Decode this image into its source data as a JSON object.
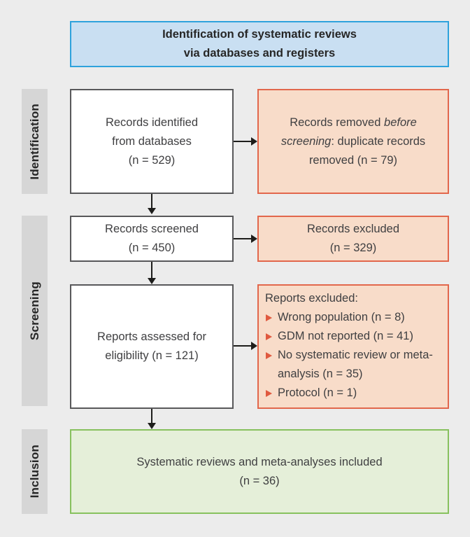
{
  "colors": {
    "background": "#ececec",
    "title_fill": "#c9dff2",
    "title_border": "#2ea2dc",
    "process_fill": "#ffffff",
    "process_border": "#58585a",
    "exclusion_fill": "#f8dcc9",
    "exclusion_border": "#e2674c",
    "inclusion_fill": "#e5efd9",
    "inclusion_border": "#87c15e",
    "stage_label_fill": "#d6d6d6",
    "text": "#3f3f41",
    "arrow": "#1d1d1b",
    "bullet": "#e0593f"
  },
  "header": {
    "title": "Identification of systematic reviews\nvia databases and registers"
  },
  "stages": {
    "identification": "Identification",
    "screening": "Screening",
    "inclusion": "Inclusion"
  },
  "boxes": {
    "records_identified": "Records identified\nfrom databases\n(n = 529)",
    "records_removed": {
      "pre": "Records removed",
      "italic": "before screening",
      "post": ": duplicate records removed (n = 79)"
    },
    "records_screened": "Records screened\n(n = 450)",
    "records_excluded": "Records excluded\n(n = 329)",
    "reports_assessed": "Reports assessed for\neligibility (n = 121)",
    "reports_excluded": {
      "heading": "Reports excluded:",
      "items": [
        "Wrong population (n = 8)",
        "GDM not reported (n = 41)",
        "No systematic review or meta-analysis (n = 35)",
        "Protocol (n = 1)"
      ]
    },
    "included": "Systematic reviews and meta-analyses included\n(n = 36)"
  }
}
